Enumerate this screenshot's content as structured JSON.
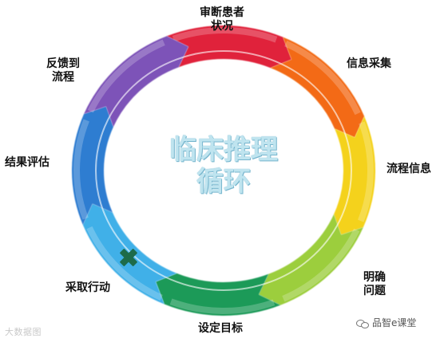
{
  "center": {
    "title": "临床推理\n循环"
  },
  "stages": [
    {
      "label": "审断患者\n状况",
      "color": "#e0203a"
    },
    {
      "label": "信息采集",
      "color": "#f36b12"
    },
    {
      "label": "流程信息",
      "color": "#f4d21a"
    },
    {
      "label": "明确\n问题",
      "color": "#9cce3c"
    },
    {
      "label": "设定目标",
      "color": "#1a9a58"
    },
    {
      "label": "采取行动",
      "color": "#3fb0e8"
    },
    {
      "label": "结果评估",
      "color": "#2f7dd1"
    },
    {
      "label": "反馈到\n流程",
      "color": "#7d52b8"
    }
  ],
  "marker": {
    "icon": "cross-icon",
    "color": "#1d6b4a"
  },
  "watermarks": {
    "left": "大数据图",
    "right": "品智e课堂"
  }
}
